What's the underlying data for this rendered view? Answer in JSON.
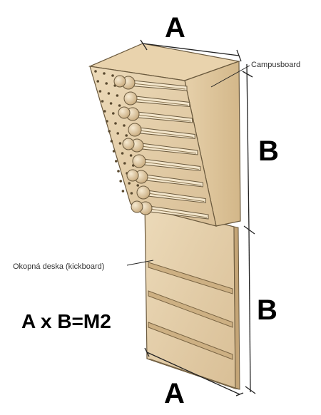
{
  "labels": {
    "dim_a_top": "A",
    "dim_b_upper": "B",
    "dim_b_lower": "B",
    "dim_a_bottom": "A",
    "campusboard": "Campusboard",
    "kickboard": "Okopná deska  (kickboard)",
    "formula": "A x B=M2"
  },
  "colors": {
    "wood_light": "#ead7b6",
    "wood_mid": "#dcc29a",
    "wood_dark": "#c9ab7e",
    "outline": "#6b5a3e",
    "groove": "#8a7550"
  }
}
